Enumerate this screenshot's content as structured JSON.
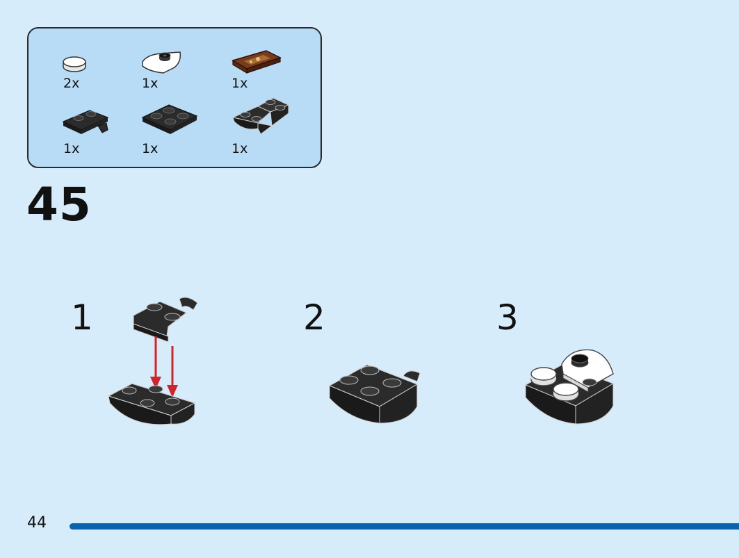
{
  "instruction_step": "45",
  "page_number": "44",
  "parts": [
    {
      "name": "white-round-tile",
      "qty": "2x"
    },
    {
      "name": "white-wedge-plate",
      "qty": "1x"
    },
    {
      "name": "printed-brown-tile",
      "qty": "1x"
    },
    {
      "name": "black-clip-plate",
      "qty": "1x"
    },
    {
      "name": "black-2x2-plate",
      "qty": "1x"
    },
    {
      "name": "black-inverted-slope",
      "qty": "1x"
    }
  ],
  "sub_steps": [
    "1",
    "2",
    "3"
  ],
  "colors": {
    "background": "#d6ecfa",
    "parts_box": "#b8dbf6",
    "brick_black": "#2b2b2b",
    "arrow_red": "#d2232a",
    "page_bar": "#0b63b0"
  }
}
